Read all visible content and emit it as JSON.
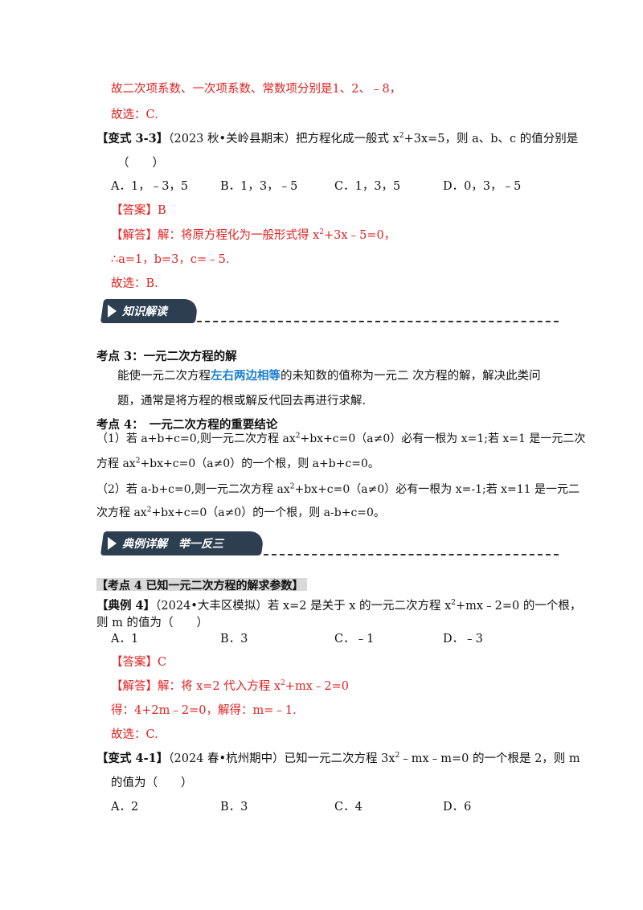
{
  "block1": {
    "line1": "故二次项系数、一次项系数、常数项分别是1、2、﹣8，",
    "line2": "故选：C."
  },
  "variant33": {
    "tag": "【变式 3-3】",
    "source": "（2023 秋•关岭县期末）",
    "q_a": "把方程化成一般式 x",
    "q_sup": "2",
    "q_b": "+3x=5，则 a、b、c 的值分别是",
    "paren": "（　　）",
    "options": [
      "A．1，﹣3，5",
      "B．1，3，﹣5",
      "C．1，3，5",
      "D．0，3，﹣5"
    ],
    "answer": "【答案】B",
    "sol1_a": "【解答】解：将原方程化为一般形式得 x",
    "sol1_sup": "2",
    "sol1_b": "+3x﹣5=0，",
    "sol2": "∴a=1，b=3，c=﹣5.",
    "sol3": "故选：B."
  },
  "banner1": {
    "text": "知识解读"
  },
  "kp3": {
    "title": "考点 3：一元二次方程的解",
    "l1_a": "能使一元二次方程",
    "l1_hl": "左右两边相等",
    "l1_b": "的未知数的值称为一元二 次方程的解，解决此类问",
    "l2": "题，通常是将方程的根或解反代回去再进行求解."
  },
  "kp4": {
    "title": "考点 4：　一元二次方程的重要结论",
    "c1_a": "（1）若 a+b+c=0,则一元二次方程 ax",
    "c1_sup": "2",
    "c1_b": "+bx+c=0（a≠0）必有一根为 x=1;若 x=1 是一元二次",
    "c1_c": "方程 ax",
    "c1_sup2": "2",
    "c1_d": "+bx+c=0（a≠0）的一个根，则 a+b+c=0。",
    "c2_a": "（2）若 a-b+c=0,则一元二次方程 ax",
    "c2_sup": "2",
    "c2_b": "+bx+c=0（a≠0）必有一根为 x=-1;若 x=11 是一元二",
    "c2_c": "次方程 ax",
    "c2_sup2": "2",
    "c2_d": "+bx+c=0（a≠0）的一个根，则 a-b+c=0。"
  },
  "banner2": {
    "text": "典例详解　举一反三"
  },
  "kp4b": {
    "heading": "【考点 4 已知一元二次方程的解求参数】",
    "tag": "【典例 4】",
    "q_a": "（2024•大丰区模拟）若 x=2 是关于 x 的一元二次方程 x",
    "q_sup": "2",
    "q_b": "+mx﹣2=0 的一个根，",
    "q2": "则 m 的值为（　　）",
    "options": [
      "A．1",
      "B．3",
      "C．﹣1",
      "D．﹣3"
    ],
    "answer": "【答案】C",
    "sol1_a": "【解答】解：将 x=2 代入方程 x",
    "sol1_sup": "2",
    "sol1_b": "+mx﹣2=0",
    "sol2": "得：4+2m﹣2=0，解得：m=﹣1.",
    "sol3": "故选：C."
  },
  "variant41": {
    "tag": "【变式 4-1】",
    "q_a": "（2024 春•杭州期中）已知一元二次方程 3x",
    "q_sup": "2",
    "q_b": "﹣mx﹣m=0 的一个根是 2，则 m",
    "q2": "的值为（　　）",
    "options": [
      "A．2",
      "B．3",
      "C．4",
      "D．6"
    ]
  }
}
